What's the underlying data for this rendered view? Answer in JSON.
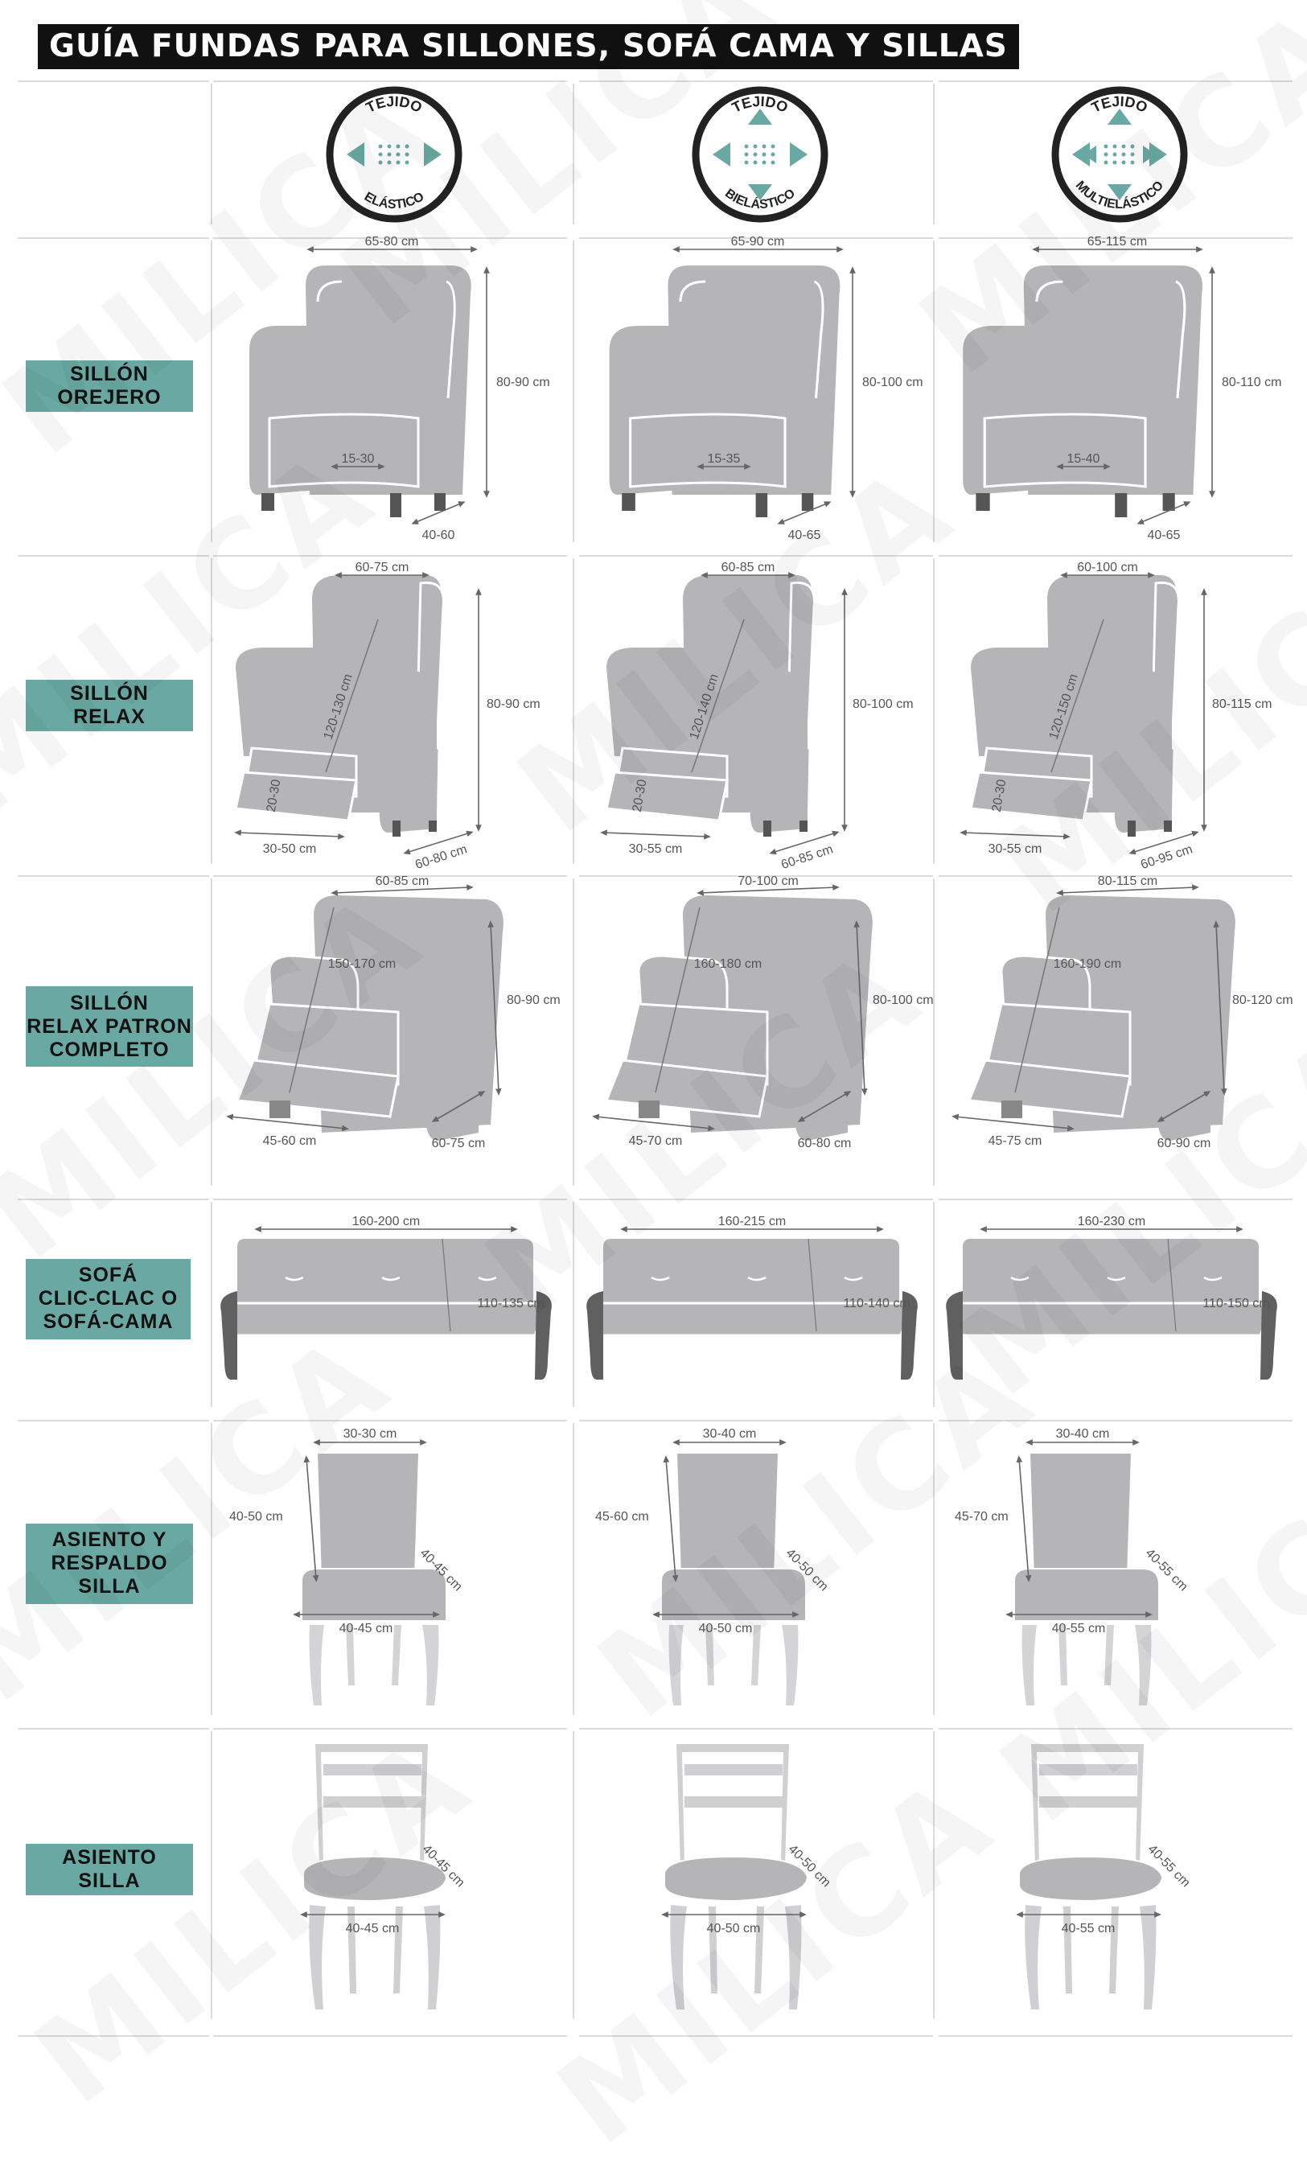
{
  "title": "GUÍA FUNDAS PARA SILLONES, SOFÁ CAMA Y SILLAS",
  "watermark": "MILICA",
  "colors": {
    "accent": "#6aa9a3",
    "furniture": "#b5b5b7",
    "lines": "#dcdcdc"
  },
  "fabrics": [
    {
      "top": "TEJIDO",
      "bottom": "ELÁSTICO",
      "arrows": "horizontal"
    },
    {
      "top": "TEJIDO",
      "bottom": "BIELÁSTICO",
      "arrows": "four"
    },
    {
      "top": "TEJIDO",
      "bottom": "MULTIELÁSTICO",
      "arrows": "multi"
    }
  ],
  "rows": [
    {
      "label": [
        "SILLÓN",
        "OREJERO"
      ],
      "kind": "orejero",
      "cells": [
        {
          "width": "65-80 cm",
          "height": "80-90 cm",
          "seat": "15-30",
          "depth": "40-60"
        },
        {
          "width": "65-90 cm",
          "height": "80-100 cm",
          "seat": "15-35",
          "depth": "40-65"
        },
        {
          "width": "65-115 cm",
          "height": "80-110 cm",
          "seat": "15-40",
          "depth": "40-65"
        }
      ]
    },
    {
      "label": [
        "SILLÓN",
        "RELAX"
      ],
      "kind": "relax",
      "cells": [
        {
          "width": "60-75 cm",
          "height": "80-90 cm",
          "back": "120-130 cm",
          "foot": "20-30",
          "footw": "30-50 cm",
          "depth": "60-80 cm"
        },
        {
          "width": "60-85 cm",
          "height": "80-100 cm",
          "back": "120-140 cm",
          "foot": "20-30",
          "footw": "30-55 cm",
          "depth": "60-85 cm"
        },
        {
          "width": "60-100 cm",
          "height": "80-115 cm",
          "back": "120-150 cm",
          "foot": "20-30",
          "footw": "30-55 cm",
          "depth": "60-95 cm"
        }
      ]
    },
    {
      "label": [
        "SILLÓN",
        "RELAX PATRON",
        "COMPLETO"
      ],
      "kind": "full",
      "cells": [
        {
          "width": "60-85 cm",
          "back": "150-170 cm",
          "height": "80-90 cm",
          "footw": "45-60 cm",
          "depth": "60-75 cm"
        },
        {
          "width": "70-100 cm",
          "back": "160-180 cm",
          "height": "80-100 cm",
          "footw": "45-70 cm",
          "depth": "60-80 cm"
        },
        {
          "width": "80-115 cm",
          "back": "160-190 cm",
          "height": "80-120 cm",
          "footw": "45-75 cm",
          "depth": "60-90 cm"
        }
      ]
    },
    {
      "label": [
        "SOFÁ",
        "CLIC-CLAC O",
        "SOFÁ-CAMA"
      ],
      "kind": "sofa",
      "cells": [
        {
          "width": "160-200 cm",
          "depth": "110-135 cm"
        },
        {
          "width": "160-215 cm",
          "depth": "110-140 cm"
        },
        {
          "width": "160-230 cm",
          "depth": "110-150 cm"
        }
      ]
    },
    {
      "label": [
        "ASIENTO Y",
        "RESPALDO",
        "SILLA"
      ],
      "kind": "chairback",
      "cells": [
        {
          "backw": "30-30 cm",
          "backh": "40-50 cm",
          "depth": "40-45 cm",
          "seatw": "40-45 cm"
        },
        {
          "backw": "30-40 cm",
          "backh": "45-60 cm",
          "depth": "40-50 cm",
          "seatw": "40-50 cm"
        },
        {
          "backw": "30-40 cm",
          "backh": "45-70 cm",
          "depth": "40-55 cm",
          "seatw": "40-55 cm"
        }
      ]
    },
    {
      "label": [
        "ASIENTO",
        "SILLA"
      ],
      "kind": "seat",
      "cells": [
        {
          "depth": "40-45 cm",
          "seatw": "40-45 cm"
        },
        {
          "depth": "40-50 cm",
          "seatw": "40-50 cm"
        },
        {
          "depth": "40-55 cm",
          "seatw": "40-55 cm"
        }
      ]
    }
  ]
}
